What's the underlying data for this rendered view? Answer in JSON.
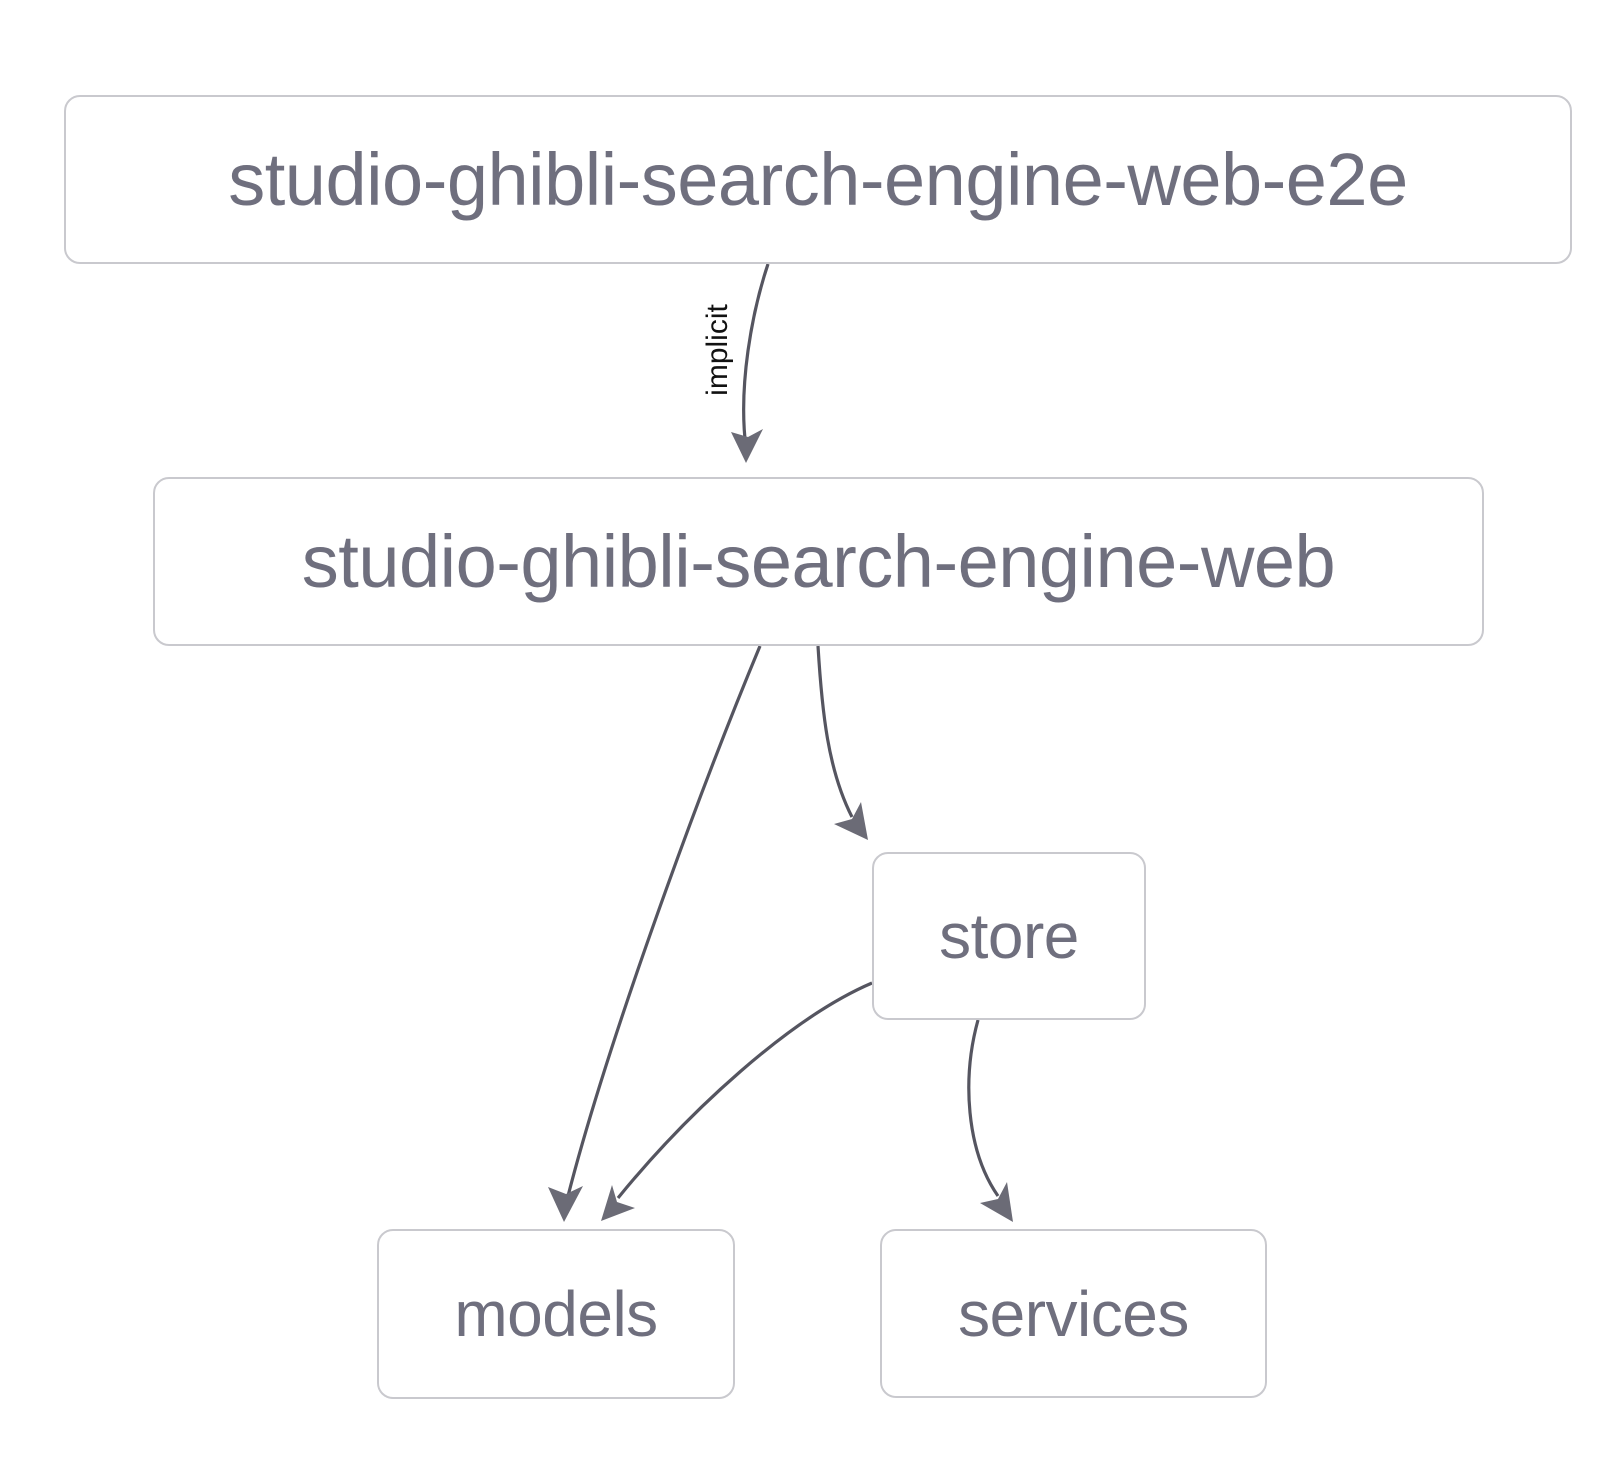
{
  "diagram": {
    "type": "dependency-graph",
    "background": "#ffffff",
    "node_border_color": "#c9c9ce",
    "node_text_color": "#6f6f7e",
    "edge_color": "#555560",
    "edge_label_color": "#111111",
    "nodes": [
      {
        "id": "e2e",
        "label": "studio-ghibli-search-engine-web-e2e"
      },
      {
        "id": "web",
        "label": "studio-ghibli-search-engine-web"
      },
      {
        "id": "store",
        "label": "store"
      },
      {
        "id": "models",
        "label": "models"
      },
      {
        "id": "services",
        "label": "services"
      }
    ],
    "edges": [
      {
        "from": "e2e",
        "to": "web",
        "label": "implicit"
      },
      {
        "from": "web",
        "to": "models",
        "label": ""
      },
      {
        "from": "web",
        "to": "store",
        "label": ""
      },
      {
        "from": "store",
        "to": "models",
        "label": ""
      },
      {
        "from": "store",
        "to": "services",
        "label": ""
      }
    ]
  }
}
